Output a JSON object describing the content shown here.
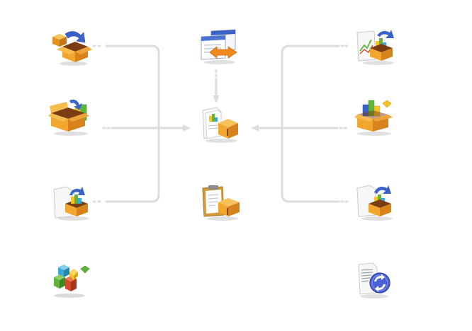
{
  "colors": {
    "connector": "#dcdcdc",
    "box": "#f0a42a",
    "box_dark": "#d9821b",
    "box_shadow": "#b86b12",
    "box_inside": "#8a4a1a",
    "arrow_blue": "#3a63c8",
    "arrow_light": "#7aa0ea",
    "orange_arrow": "#f08a1e",
    "paper": "#f7f7f7",
    "paper_edge": "#c9c9c9",
    "green": "#5fb43a",
    "yellow": "#f4c529",
    "cyan": "#3aa9d8",
    "red": "#d44a2a",
    "globe": "#4c61d6"
  },
  "nodes": [
    {
      "id": "import-box",
      "icon": "box-import-icon"
    },
    {
      "id": "insert-charts-box",
      "icon": "box-charts-icon"
    },
    {
      "id": "document-box",
      "icon": "document-box-icon"
    },
    {
      "id": "data-blocks",
      "icon": "colored-blocks-icon"
    },
    {
      "id": "sync-browser",
      "icon": "browser-exchange-icon"
    },
    {
      "id": "central-package",
      "icon": "package-document-icon"
    },
    {
      "id": "clipboard-package",
      "icon": "clipboard-package-icon"
    },
    {
      "id": "export-chart-box",
      "icon": "chart-export-box-icon"
    },
    {
      "id": "charts-box",
      "icon": "charts-box-icon"
    },
    {
      "id": "export-document-box",
      "icon": "document-export-box-icon"
    },
    {
      "id": "refresh-document",
      "icon": "document-refresh-icon"
    }
  ]
}
